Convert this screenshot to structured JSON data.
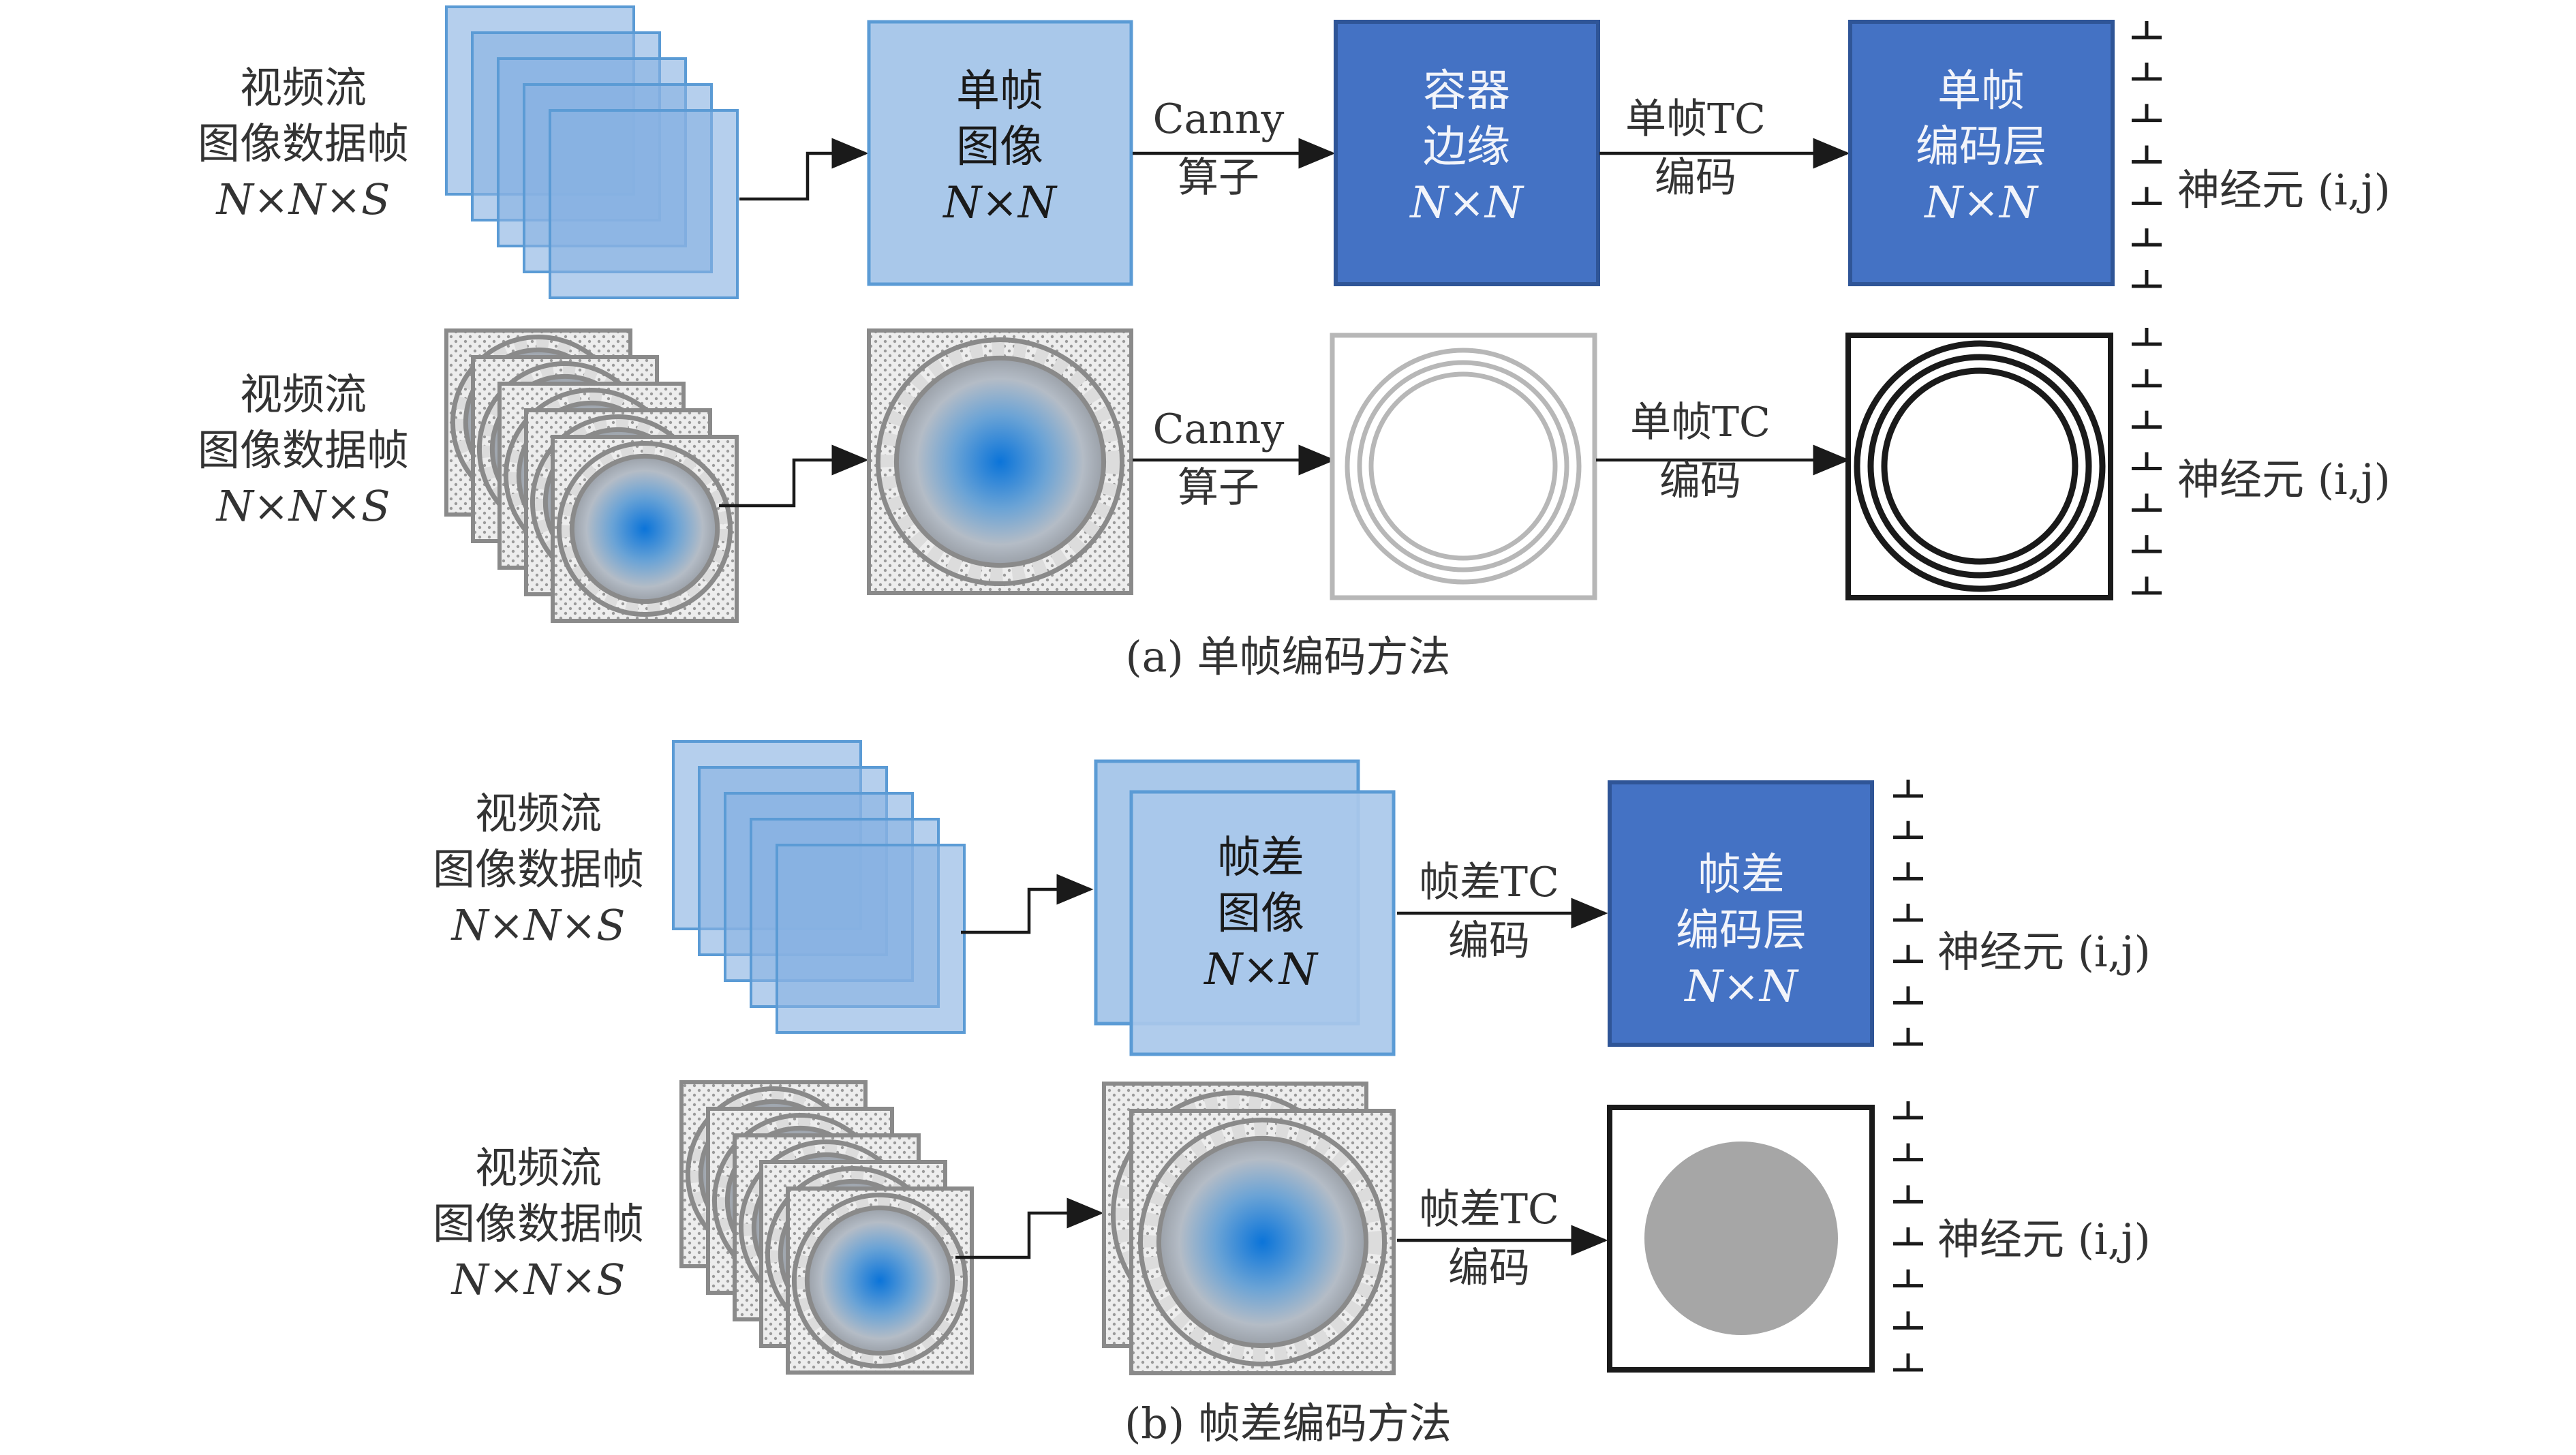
{
  "colors": {
    "light_blue": "#a9c8ea",
    "mid_blue": "#88b2e2",
    "dark_blue": "#4472c4",
    "blue_stroke": "#5b9bd5",
    "ring_gray": "#8a8a8a",
    "light_ring": "#b7b7b7",
    "disk_gray": "#a6a6a6",
    "line": "#1a1a1a",
    "text": "#333333"
  },
  "section_a": {
    "caption": "(a) 单帧编码方法",
    "row1": {
      "input": [
        "视频流",
        "图像数据帧",
        "N×N×S"
      ],
      "single_frame": [
        "单帧",
        "图像",
        "N×N"
      ],
      "canny": [
        "Canny",
        "算子"
      ],
      "edge_box": [
        "容器",
        "边缘",
        "N×N"
      ],
      "tc_label": [
        "单帧TC",
        "编码"
      ],
      "coding_layer": [
        "单帧",
        "编码层",
        "N×N"
      ],
      "neuron": "神经元 (i,j)"
    },
    "row2": {
      "input": [
        "视频流",
        "图像数据帧",
        "N×N×S"
      ],
      "canny": [
        "Canny",
        "算子"
      ],
      "tc_label": [
        "单帧TC",
        "编码"
      ],
      "neuron": "神经元 (i,j)"
    }
  },
  "section_b": {
    "caption": "(b) 帧差编码方法",
    "row1": {
      "input": [
        "视频流",
        "图像数据帧",
        "N×N×S"
      ],
      "diff_image": [
        "帧差",
        "图像",
        "N×N"
      ],
      "tc_label": [
        "帧差TC",
        "编码"
      ],
      "coding_layer": [
        "帧差",
        "编码层",
        "N×N"
      ],
      "neuron": "神经元 (i,j)"
    },
    "row2": {
      "input": [
        "视频流",
        "图像数据帧",
        "N×N×S"
      ],
      "tc_label": [
        "帧差TC",
        "编码"
      ],
      "neuron": "神经元 (i,j)"
    }
  }
}
